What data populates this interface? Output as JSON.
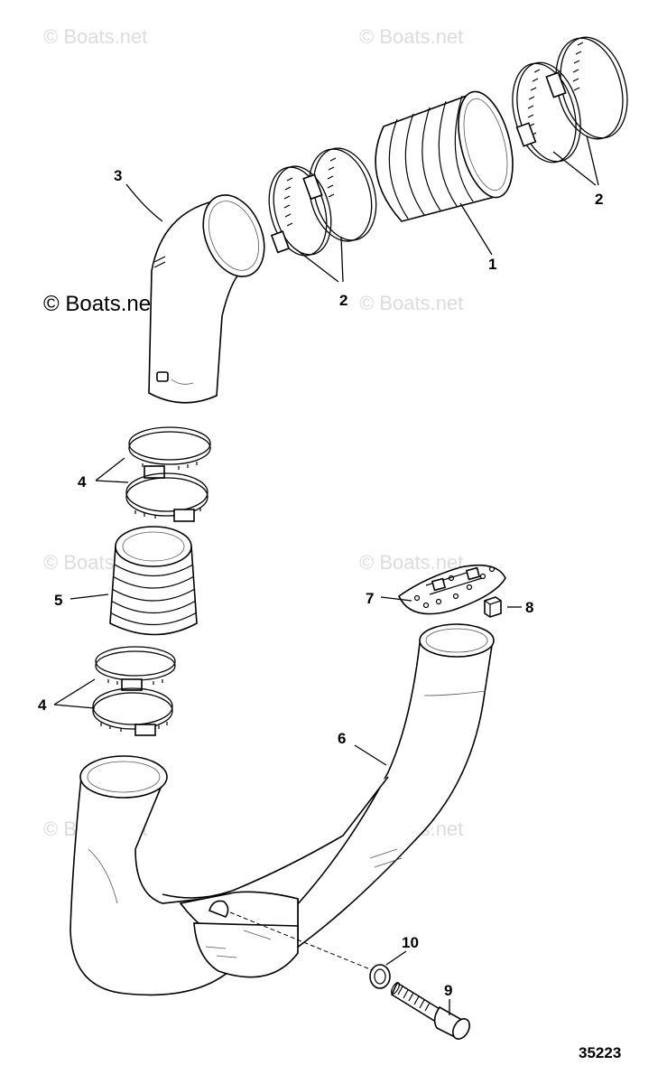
{
  "watermark": "© Boats.net",
  "diagram_number": "35223",
  "callouts": {
    "c1": "1",
    "c2a": "2",
    "c2b": "2",
    "c3": "3",
    "c4a": "4",
    "c4b": "4",
    "c5": "5",
    "c6": "6",
    "c7": "7",
    "c8": "8",
    "c9": "9",
    "c10": "10"
  }
}
